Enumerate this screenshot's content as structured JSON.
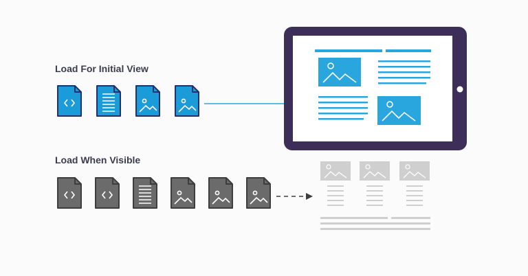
{
  "sections": [
    {
      "label": "Load For Initial View",
      "file_icons": [
        "code-file-icon",
        "text-file-icon",
        "image-file-icon",
        "image-file-icon"
      ],
      "color": "#1b9bd7",
      "stroke": "#23306a",
      "arrow_style": "solid"
    },
    {
      "label": "Load When Visible",
      "file_icons": [
        "code-file-icon",
        "code-file-icon",
        "text-file-icon",
        "image-file-icon",
        "image-file-icon",
        "image-file-icon"
      ],
      "color": "#6b6b6b",
      "stroke": "#3d3d3d",
      "arrow_style": "dashed"
    }
  ],
  "colors": {
    "tablet_frame": "#3d2e59",
    "tablet_screen": "#ffffff",
    "accent": "#2aa6de",
    "placeholder": "#cfcfcf",
    "background": "#fbfbfc"
  }
}
